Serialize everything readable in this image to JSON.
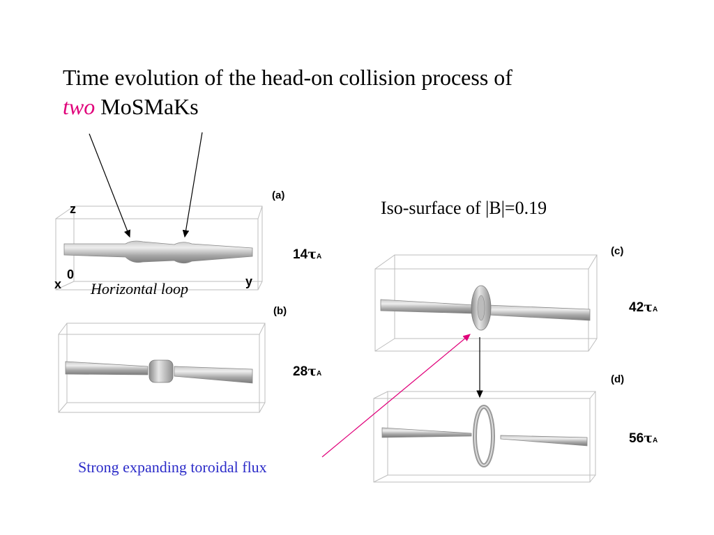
{
  "slide": {
    "title_line1": "Time evolution of the head-on collision process of",
    "title_em": "two",
    "title_rest": " MoSMaKs",
    "iso_label": "Iso-surface of |B|=0.19",
    "horizontal_loop_label": "Horizontal loop",
    "toroidal_label": "Strong expanding toroidal flux",
    "colors": {
      "emphasis": "#e0007a",
      "annotation_blue": "#2b2bc8",
      "pink_arrow": "#e0007a"
    }
  },
  "panels": [
    {
      "id": "a",
      "label": "(a)",
      "time_num": "14",
      "time_unit": "τ",
      "time_sub": "A"
    },
    {
      "id": "b",
      "label": "(b)",
      "time_num": "28",
      "time_unit": "τ",
      "time_sub": "A"
    },
    {
      "id": "c",
      "label": "(c)",
      "time_num": "42",
      "time_unit": "τ",
      "time_sub": "A"
    },
    {
      "id": "d",
      "label": "(d)",
      "time_num": "56",
      "time_unit": "τ",
      "time_sub": "A"
    }
  ],
  "axes": {
    "z": "z",
    "zero": "0",
    "x": "x",
    "y": "y"
  }
}
